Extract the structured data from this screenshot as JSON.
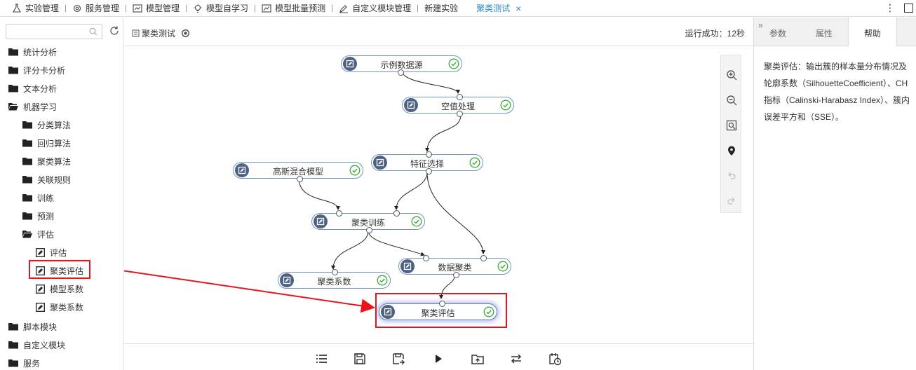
{
  "topnav": {
    "tabs": [
      {
        "label": "实验管理",
        "icon": "flask-icon"
      },
      {
        "label": "服务管理",
        "icon": "gear-icon"
      },
      {
        "label": "模型管理",
        "icon": "chart-box-icon"
      },
      {
        "label": "模型自学习",
        "icon": "bulb-icon"
      },
      {
        "label": "模型批量预测",
        "icon": "line-chart-icon"
      },
      {
        "label": "自定义模块管理",
        "icon": "edit-icon"
      },
      {
        "label": "新建实验",
        "icon": ""
      }
    ],
    "active_tab": "聚类测试",
    "close": "×",
    "more": "⋮"
  },
  "sidebar": {
    "search_placeholder": "",
    "items": [
      {
        "label": "统计分析",
        "type": "folder"
      },
      {
        "label": "评分卡分析",
        "type": "folder"
      },
      {
        "label": "文本分析",
        "type": "folder"
      },
      {
        "label": "机器学习",
        "type": "folder-open"
      },
      {
        "label": "分类算法",
        "type": "folder"
      },
      {
        "label": "回归算法",
        "type": "folder"
      },
      {
        "label": "聚类算法",
        "type": "folder"
      },
      {
        "label": "关联规则",
        "type": "folder"
      },
      {
        "label": "训练",
        "type": "folder"
      },
      {
        "label": "预测",
        "type": "folder"
      },
      {
        "label": "评估",
        "type": "folder-open"
      },
      {
        "label": "评估",
        "type": "module"
      },
      {
        "label": "聚类评估",
        "type": "module"
      },
      {
        "label": "模型系数",
        "type": "module"
      },
      {
        "label": "聚类系数",
        "type": "module"
      },
      {
        "label": "脚本模块",
        "type": "folder"
      },
      {
        "label": "自定义模块",
        "type": "folder"
      },
      {
        "label": "服务",
        "type": "folder"
      }
    ]
  },
  "canvas": {
    "title": "聚类测试",
    "status": "运行成功：12秒",
    "nodes": [
      {
        "label": "示例数据源"
      },
      {
        "label": "空值处理"
      },
      {
        "label": "特征选择"
      },
      {
        "label": "高斯混合模型"
      },
      {
        "label": "聚类训练"
      },
      {
        "label": "数据聚类"
      },
      {
        "label": "聚类系数"
      },
      {
        "label": "聚类评估"
      }
    ]
  },
  "right_panel": {
    "tabs": [
      "参数",
      "属性",
      "帮助"
    ],
    "active": "帮助",
    "help_text": "聚类评估：输出簇的样本量分布情况及轮廓系数（SilhouetteCoefficient）、CH指标（Calinski-Harabasz Index）、簇内误差平方和（SSE）。"
  },
  "colors": {
    "accent": "#2d8ac7",
    "node_border": "#6f95c4",
    "node_icon": "#4d6182",
    "success": "#3aaa35",
    "annotation_red": "#e8141c"
  }
}
